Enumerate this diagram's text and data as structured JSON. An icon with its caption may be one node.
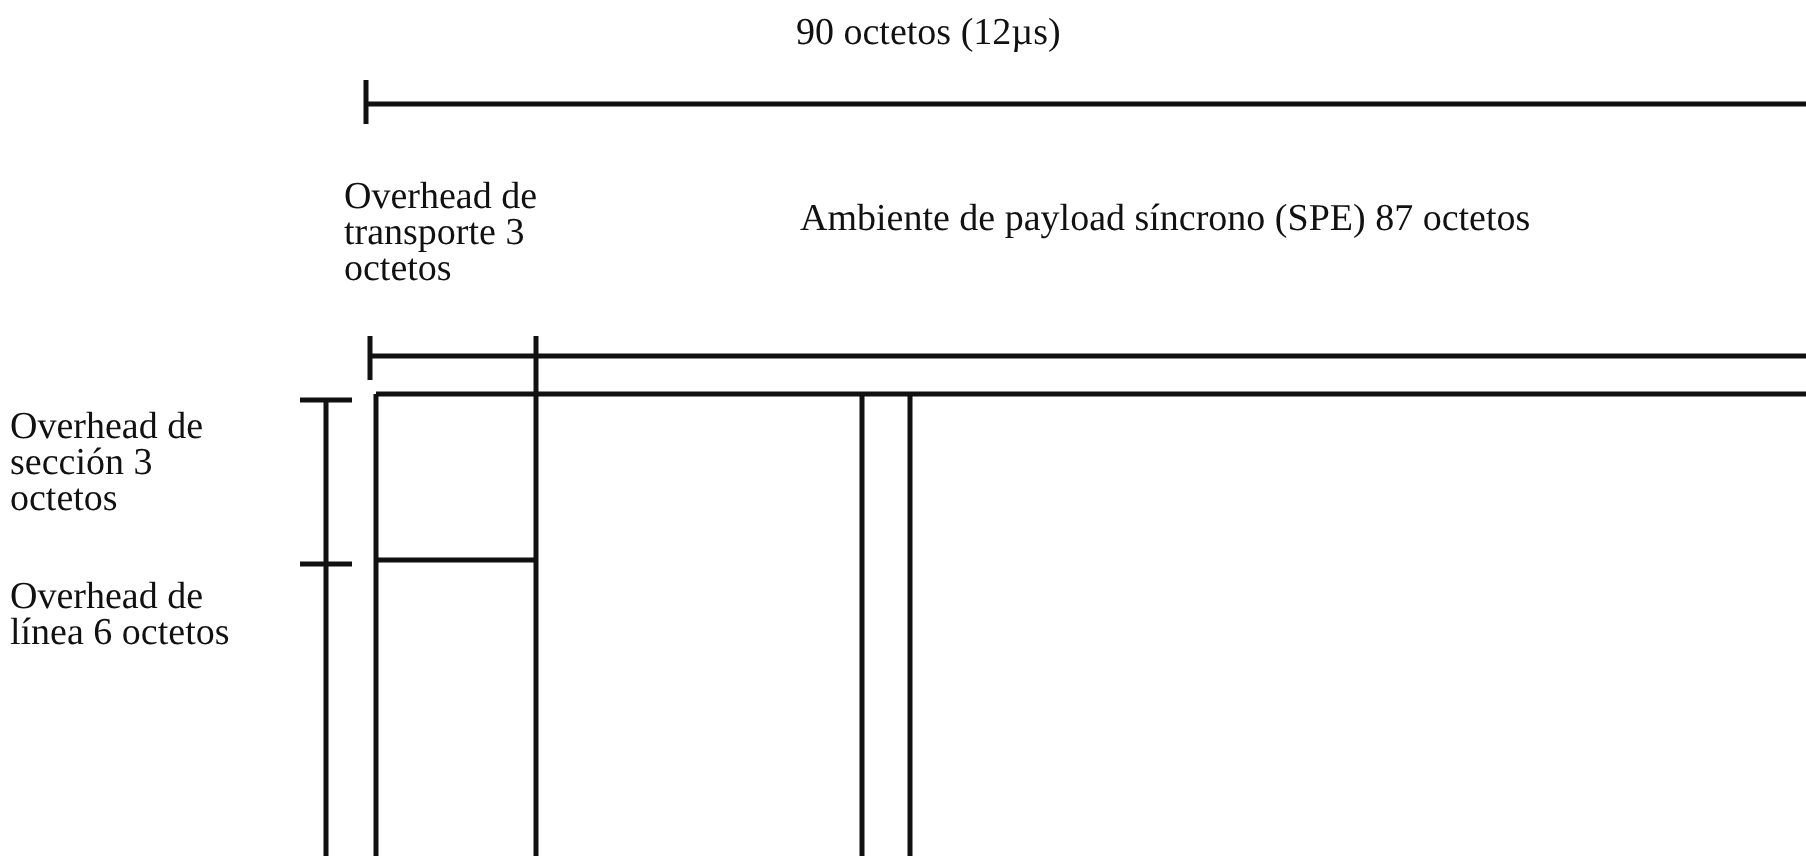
{
  "diagram": {
    "labels": [
      "90 octetos (12µs)",
      "Overhead de transporte 3 octetos",
      "Ambiente de payload síncrono (SPE) 87 octetos",
      "Overhead de sección 3 octetos",
      "Overhead de línea 6 octetos"
    ]
  }
}
